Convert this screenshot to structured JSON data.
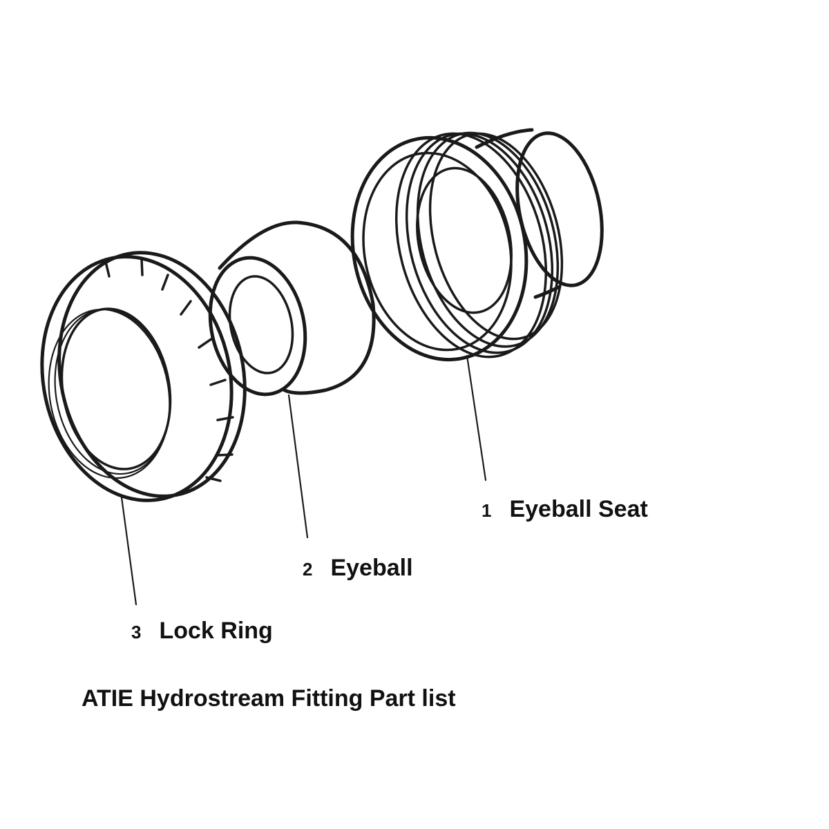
{
  "diagram": {
    "parts": [
      {
        "number": "1",
        "name": "Eyeball Seat",
        "icon": "eyeball-seat-drawing"
      },
      {
        "number": "2",
        "name": "Eyeball",
        "icon": "eyeball-drawing"
      },
      {
        "number": "3",
        "name": "Lock Ring",
        "icon": "lock-ring-drawing"
      }
    ],
    "caption": "ATIE Hydrostream Fitting Part list",
    "line_color": "#1a1a1a",
    "background": "#ffffff"
  }
}
